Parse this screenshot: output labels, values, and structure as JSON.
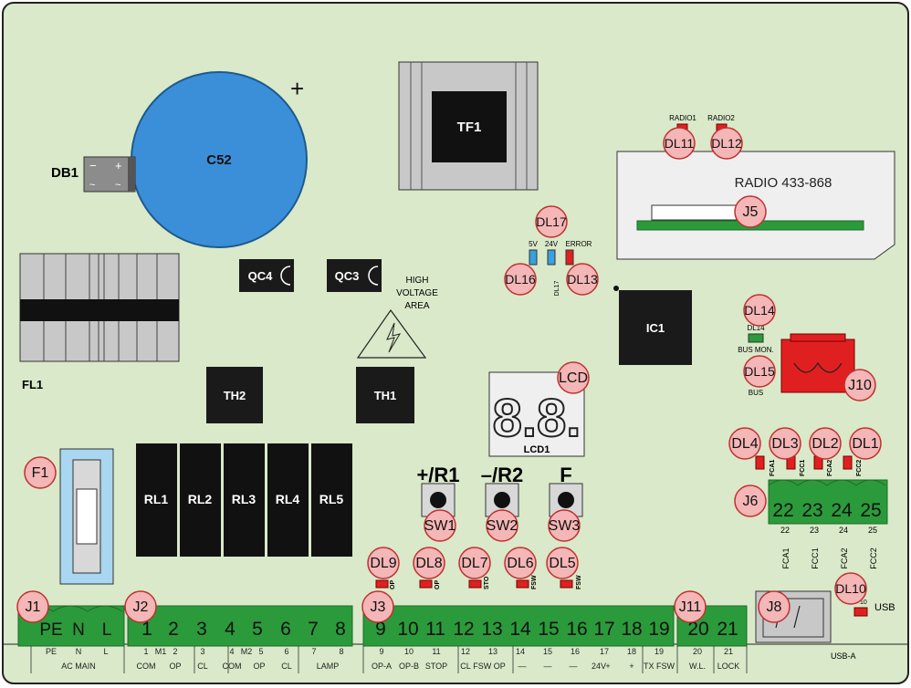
{
  "components": {
    "C52": "C52",
    "DB1": "DB1",
    "TF1": "TF1",
    "FL1": "FL1",
    "QC4": "QC4",
    "QC3": "QC3",
    "TH1": "TH1",
    "TH2": "TH2",
    "IC1": "IC1",
    "RL1": "RL1",
    "RL2": "RL2",
    "RL3": "RL3",
    "RL4": "RL4",
    "RL5": "RL5",
    "LCD1": "LCD1",
    "LCD_digits": "8.8."
  },
  "warning": {
    "line1": "HIGH",
    "line2": "VOLTAGE",
    "line3": "AREA"
  },
  "radio": {
    "label": "RADIO 433-868",
    "led1": "RADIO1",
    "led2": "RADIO2"
  },
  "status_leds": {
    "l5v": "5V",
    "l24v": "24V",
    "lerr": "ERROR",
    "dl17": "DL17"
  },
  "bus": {
    "dl14": "DL14",
    "mon": "BUS MON.",
    "bus": "BUS"
  },
  "usb": {
    "label": "USB",
    "sub": "USB-A",
    "dl10_tag": "10"
  },
  "buttons": {
    "sw1": "+/R1",
    "sw2": "–/R2",
    "sw3": "F"
  },
  "callouts": {
    "DL11": "DL11",
    "DL12": "DL12",
    "J5": "J5",
    "DL17": "DL17",
    "DL16": "DL16",
    "DL13": "DL13",
    "DL14": "DL14",
    "DL15": "DL15",
    "J10": "J10",
    "LCD": "LCD",
    "DL4": "DL4",
    "DL3": "DL3",
    "DL2": "DL2",
    "DL1": "DL1",
    "J6": "J6",
    "F1": "F1",
    "SW1": "SW1",
    "SW2": "SW2",
    "SW3": "SW3",
    "DL9": "DL9",
    "DL8": "DL8",
    "DL7": "DL7",
    "DL6": "DL6",
    "DL5": "DL5",
    "J1": "J1",
    "J2": "J2",
    "J3": "J3",
    "J11": "J11",
    "J8": "J8",
    "DL10": "DL10"
  },
  "input_led_tags": {
    "dl9": "OP",
    "dl8": "OP",
    "dl7": "STO",
    "dl6": "FSW",
    "dl5": "FSW"
  },
  "fc_led_tags": {
    "dl4": "FCA1",
    "dl3": "FCC1",
    "dl2": "FCA2",
    "dl1": "FCC2"
  },
  "j6": {
    "pins": [
      "22",
      "23",
      "24",
      "25"
    ],
    "labels": [
      "FCA1",
      "FCC1",
      "FCA2",
      "FCC2"
    ]
  },
  "terminals": {
    "j1_pins": [
      "PE",
      "N",
      "L"
    ],
    "j2_pins": [
      "1",
      "2",
      "3",
      "4",
      "5",
      "6",
      "7",
      "8"
    ],
    "j3_pins": [
      "9",
      "10",
      "11",
      "12",
      "13",
      "14",
      "15",
      "16",
      "17",
      "18",
      "19"
    ],
    "j11_pins": [
      "20",
      "21"
    ]
  },
  "bottom": {
    "j1_top": [
      "PE",
      "N",
      "L"
    ],
    "j1_bot": "AC MAIN",
    "j2_top": [
      "1",
      "M1",
      "2",
      "3",
      "4",
      "M2",
      "5",
      "6",
      "7",
      "8"
    ],
    "j2_bot": [
      "COM",
      "OP",
      "CL",
      "COM",
      "OP",
      "CL",
      "LAMP"
    ],
    "j3_top": [
      "9",
      "10",
      "11",
      "12",
      "13",
      "14",
      "15",
      "16",
      "17",
      "18",
      "19"
    ],
    "j3_bot": [
      "OP-A",
      "OP-B",
      "STOP",
      "CL",
      "FSW OP",
      "—",
      "—",
      "—",
      "24V",
      "+",
      "+",
      "TX FSW"
    ],
    "j11_top": [
      "20",
      "21"
    ],
    "j11_bot": [
      "W.L.",
      "LOCK"
    ]
  }
}
